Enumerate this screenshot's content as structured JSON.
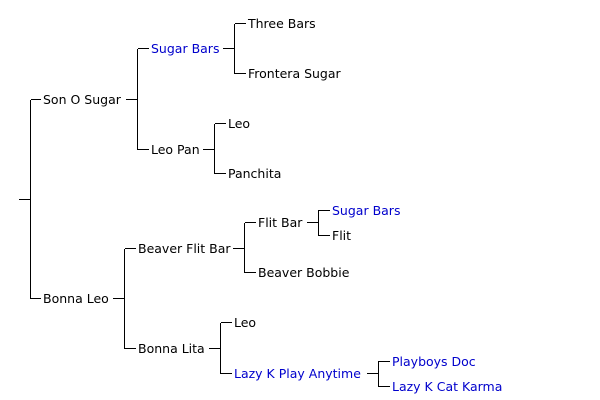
{
  "colors": {
    "default_text": "#000000",
    "highlight_text": "#0000cc",
    "line": "#000000"
  },
  "tree": {
    "son_o_sugar": "Son O Sugar",
    "sugar_bars": "Sugar Bars",
    "three_bars": "Three Bars",
    "frontera_sugar": "Frontera Sugar",
    "leo_pan": "Leo Pan",
    "leo_1": "Leo",
    "panchita": "Panchita",
    "bonna_leo": "Bonna Leo",
    "beaver_flit_bar": "Beaver Flit Bar",
    "flit_bar": "Flit Bar",
    "sugar_bars_2": "Sugar Bars",
    "flit": "Flit",
    "beaver_bobbie": "Beaver Bobbie",
    "bonna_lita": "Bonna Lita",
    "leo_2": "Leo",
    "lazy_k_play_anytime": "Lazy K Play Anytime",
    "playboys_doc": "Playboys Doc",
    "lazy_k_cat_karma": "Lazy K Cat Karma"
  }
}
